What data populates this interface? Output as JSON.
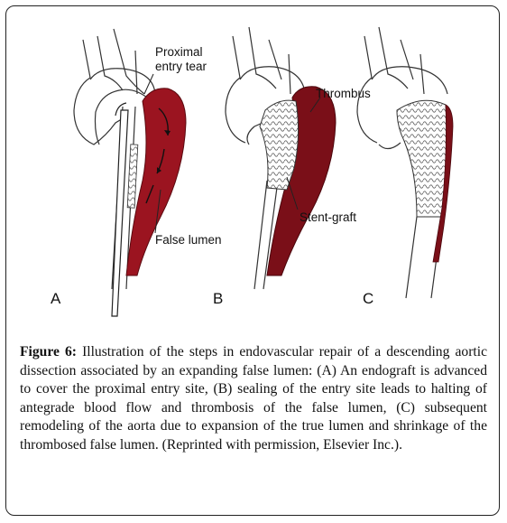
{
  "figure": {
    "labels": {
      "proximal_entry_tear": [
        "Proximal",
        "entry tear"
      ],
      "false_lumen": "False lumen",
      "thrombus": "Thrombus",
      "stent_graft": "Stent-graft"
    },
    "panels": [
      "A",
      "B",
      "C"
    ]
  },
  "caption": {
    "figure_label": "Figure 6:",
    "text": " Illustration of the steps in endovascular repair of a descending aortic dissection associated by an expanding false lumen: (A) An endograft is advanced to cover the proximal entry site, (B) sealing of the entry site leads to halting of antegrade blood flow and thrombosis of the false lumen, (C) subsequent remodeling of the aorta due to expansion of the true lumen and shrinkage of the thrombosed false lumen. (Reprinted with permission, Elsevier Inc.)."
  },
  "colors": {
    "false_lumen": "#9b1420",
    "thrombus": "#7a0f18",
    "outline": "#333333"
  }
}
